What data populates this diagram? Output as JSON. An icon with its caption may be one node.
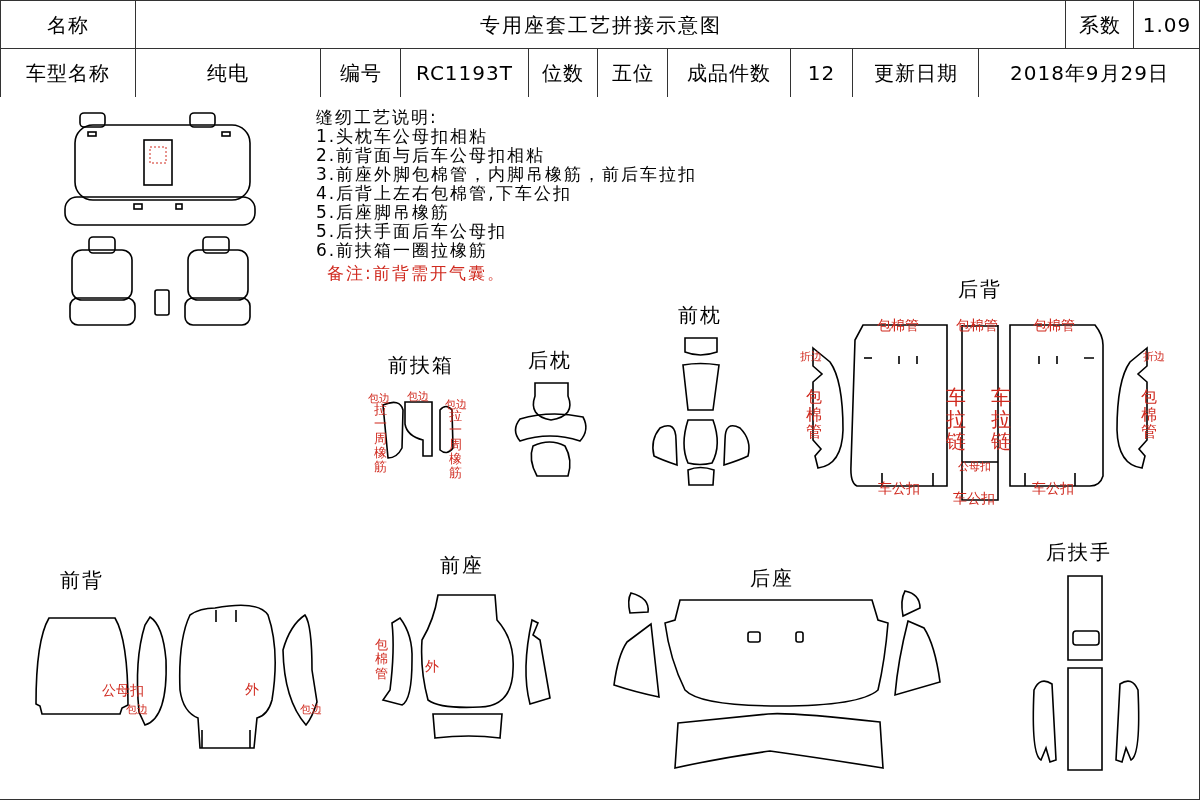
{
  "diagram": {
    "title": "专用座套工艺拼接示意图",
    "labels": [
      "名称",
      "系数",
      "1.09",
      "车型名称",
      "纯电",
      "编号",
      "RC1193T",
      "位数",
      "五位",
      "成品件数",
      "12",
      "更新日期",
      "2018年9月29日",
      "缝纫工艺说明:",
      "1.头枕车公母扣相粘",
      "2.前背面与后车公母扣相粘",
      "3.前座外脚包棉管，内脚吊橡筋，前后车拉扣",
      "4.后背上左右包棉管,下车公扣",
      "5.后座脚吊橡筋",
      "5.后扶手面后车公母扣",
      "6.前扶箱一圈拉橡筋",
      "备注:前背需开气囊。",
      "后背",
      "包棉管",
      "包棉管",
      "包棉管",
      "折边",
      "折边",
      "包棉管",
      "车拉链",
      "车拉链",
      "包棉管",
      "公母扣",
      "车公扣",
      "车公扣",
      "车公扣",
      "前枕",
      "前扶箱",
      "后枕",
      "包边",
      "拉一周橡筋",
      "包边",
      "包边",
      "拉一周橡筋",
      "前背",
      "前座",
      "后座",
      "后扶手",
      "公母扣",
      "包边",
      "外",
      "包边",
      "包棉管",
      "外"
    ]
  }
}
